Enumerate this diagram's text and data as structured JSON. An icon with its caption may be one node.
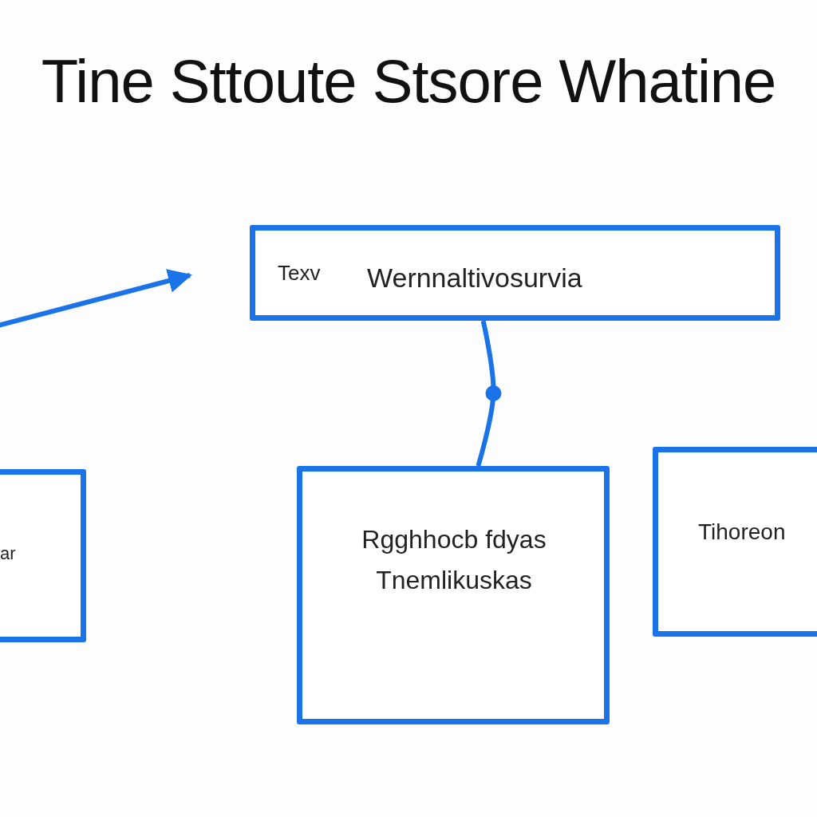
{
  "diagram": {
    "title": "Tine Sttoute Stsore Whatine",
    "nodes": [
      {
        "text": [
          "Texv",
          "Wernnaltivosurvia"
        ]
      },
      {
        "text": [
          "ar"
        ]
      },
      {
        "text": [
          "Rgghhocb fdyas Tnemlikuskas"
        ]
      },
      {
        "text": [
          "Tihoreon"
        ]
      }
    ],
    "edges": [
      {
        "from": 0,
        "to": 2,
        "arrow": "none"
      }
    ]
  }
}
